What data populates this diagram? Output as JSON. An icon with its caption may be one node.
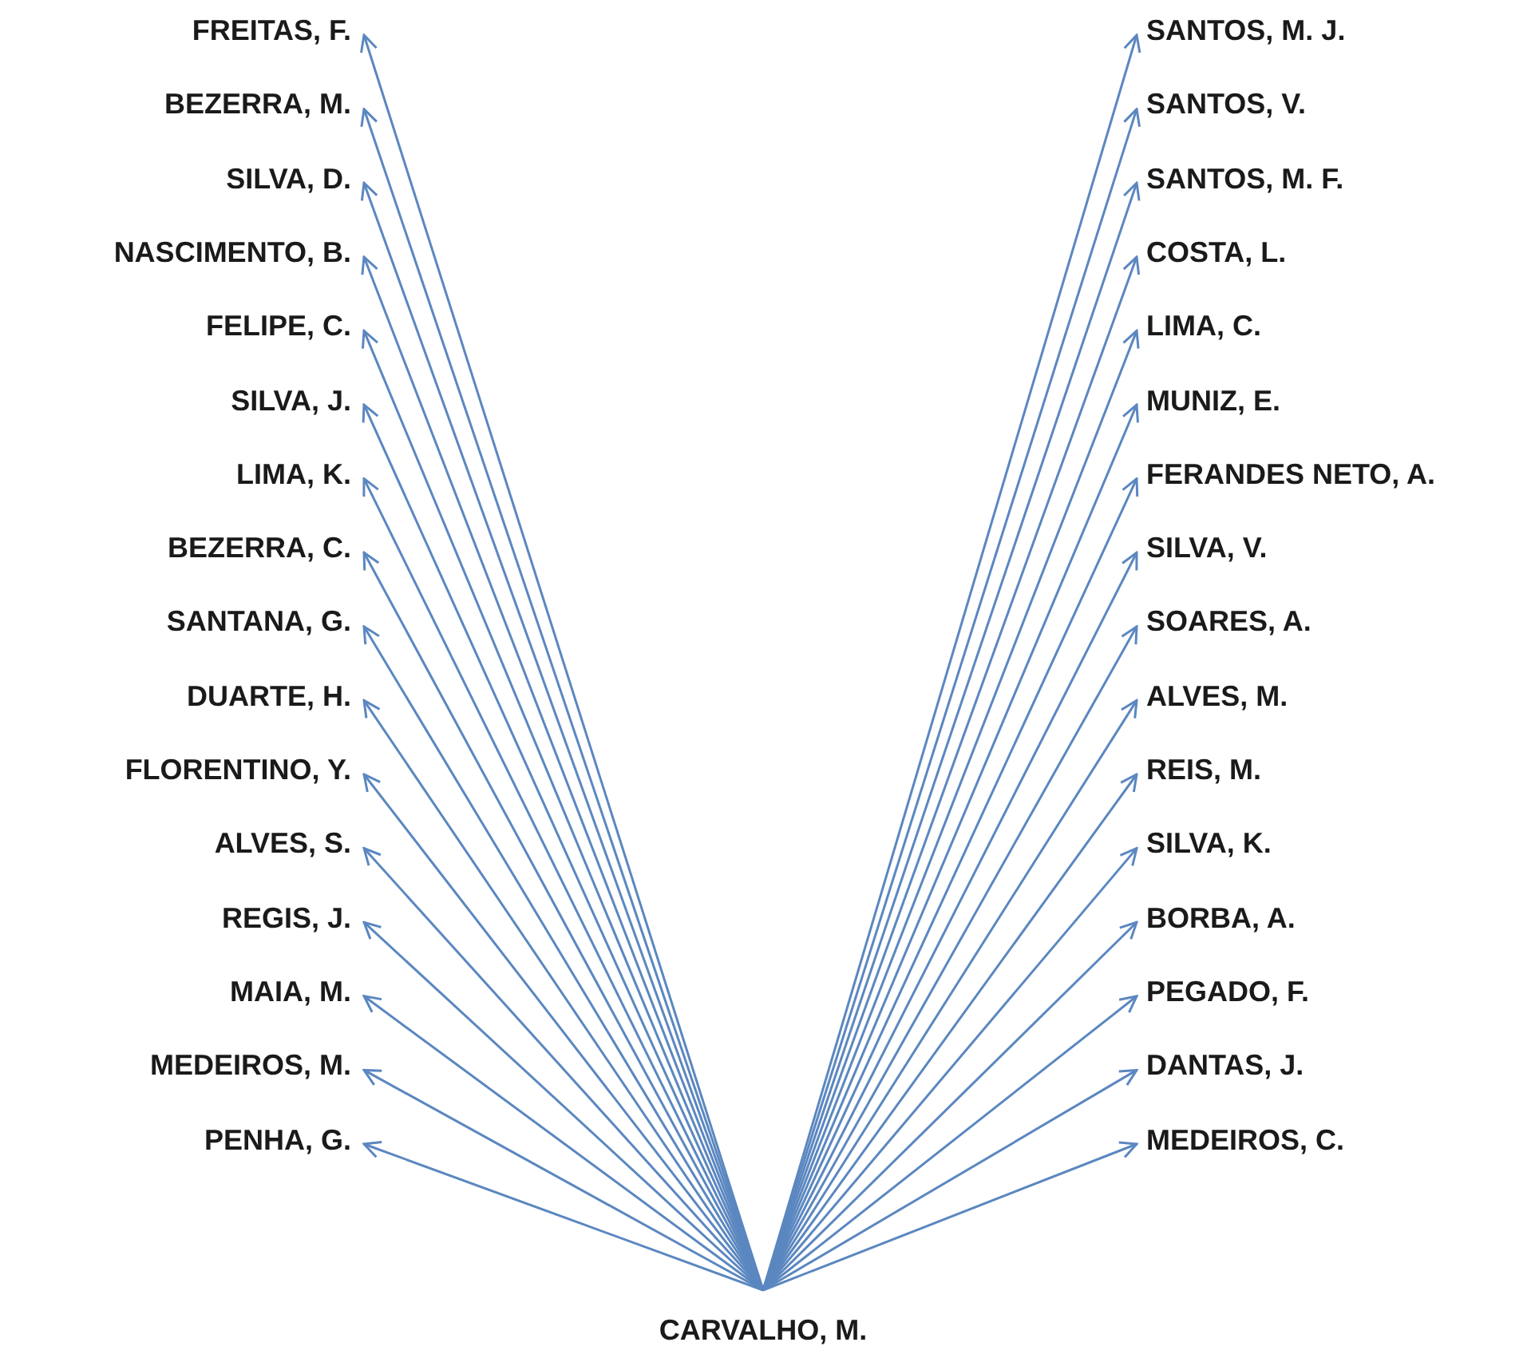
{
  "diagram": {
    "nodes": [
      {
        "text": [
          "FREITAS, F."
        ]
      },
      {
        "text": [
          "BEZERRA, M."
        ]
      },
      {
        "text": [
          "SILVA, D."
        ]
      },
      {
        "text": [
          "NASCIMENTO, B."
        ]
      },
      {
        "text": [
          "FELIPE, C."
        ]
      },
      {
        "text": [
          "SILVA, J."
        ]
      },
      {
        "text": [
          "LIMA, K."
        ]
      },
      {
        "text": [
          "BEZERRA, C."
        ]
      },
      {
        "text": [
          "SANTANA, G."
        ]
      },
      {
        "text": [
          "DUARTE, H."
        ]
      },
      {
        "text": [
          "FLORENTINO, Y."
        ]
      },
      {
        "text": [
          "ALVES, S."
        ]
      },
      {
        "text": [
          "REGIS, J."
        ]
      },
      {
        "text": [
          "MAIA, M."
        ]
      },
      {
        "text": [
          "MEDEIROS, M."
        ]
      },
      {
        "text": [
          "PENHA, G."
        ]
      },
      {
        "text": [
          "SANTOS, M. J."
        ]
      },
      {
        "text": [
          "SANTOS, V."
        ]
      },
      {
        "text": [
          "SANTOS, M. F."
        ]
      },
      {
        "text": [
          "COSTA, L."
        ]
      },
      {
        "text": [
          "LIMA, C."
        ]
      },
      {
        "text": [
          "MUNIZ, E."
        ]
      },
      {
        "text": [
          "FERANDES NETO, A."
        ]
      },
      {
        "text": [
          "SILVA, V."
        ]
      },
      {
        "text": [
          "SOARES, A."
        ]
      },
      {
        "text": [
          "ALVES, M."
        ]
      },
      {
        "text": [
          "REIS, M."
        ]
      },
      {
        "text": [
          "SILVA, K."
        ]
      },
      {
        "text": [
          "BORBA, A."
        ]
      },
      {
        "text": [
          "PEGADO, F."
        ]
      },
      {
        "text": [
          "DANTAS, J."
        ]
      },
      {
        "text": [
          "MEDEIROS, C."
        ]
      },
      {
        "text": [
          "CARVALHO, M."
        ]
      }
    ],
    "edges": [
      {
        "from": 32,
        "to": 0,
        "arrow": "to"
      },
      {
        "from": 32,
        "to": 1,
        "arrow": "to"
      },
      {
        "from": 32,
        "to": 2,
        "arrow": "to"
      },
      {
        "from": 32,
        "to": 3,
        "arrow": "to"
      },
      {
        "from": 32,
        "to": 4,
        "arrow": "to"
      },
      {
        "from": 32,
        "to": 5,
        "arrow": "to"
      },
      {
        "from": 32,
        "to": 6,
        "arrow": "to"
      },
      {
        "from": 32,
        "to": 7,
        "arrow": "to"
      },
      {
        "from": 32,
        "to": 8,
        "arrow": "to"
      },
      {
        "from": 32,
        "to": 9,
        "arrow": "to"
      },
      {
        "from": 32,
        "to": 10,
        "arrow": "to"
      },
      {
        "from": 32,
        "to": 11,
        "arrow": "to"
      },
      {
        "from": 32,
        "to": 12,
        "arrow": "to"
      },
      {
        "from": 32,
        "to": 13,
        "arrow": "to"
      },
      {
        "from": 32,
        "to": 14,
        "arrow": "to"
      },
      {
        "from": 32,
        "to": 15,
        "arrow": "to"
      },
      {
        "from": 32,
        "to": 16,
        "arrow": "to"
      },
      {
        "from": 32,
        "to": 17,
        "arrow": "to"
      },
      {
        "from": 32,
        "to": 18,
        "arrow": "to"
      },
      {
        "from": 32,
        "to": 19,
        "arrow": "to"
      },
      {
        "from": 32,
        "to": 20,
        "arrow": "to"
      },
      {
        "from": 32,
        "to": 21,
        "arrow": "to"
      },
      {
        "from": 32,
        "to": 22,
        "arrow": "to"
      },
      {
        "from": 32,
        "to": 23,
        "arrow": "to"
      },
      {
        "from": 32,
        "to": 24,
        "arrow": "to"
      },
      {
        "from": 32,
        "to": 25,
        "arrow": "to"
      },
      {
        "from": 32,
        "to": 26,
        "arrow": "to"
      },
      {
        "from": 32,
        "to": 27,
        "arrow": "to"
      },
      {
        "from": 32,
        "to": 28,
        "arrow": "to"
      },
      {
        "from": 32,
        "to": 29,
        "arrow": "to"
      },
      {
        "from": 32,
        "to": 30,
        "arrow": "to"
      },
      {
        "from": 32,
        "to": 31,
        "arrow": "to"
      }
    ]
  }
}
